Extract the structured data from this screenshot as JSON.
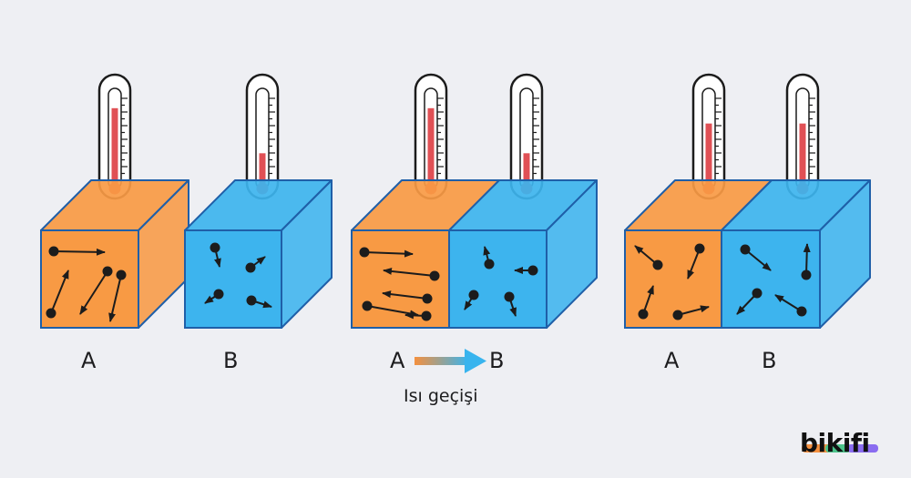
{
  "labels": {
    "a1": "A",
    "b1": "B",
    "a2": "A",
    "b2": "B",
    "a3": "A",
    "b3": "B"
  },
  "caption": "Isı geçişi",
  "logo": "bikifi",
  "colors": {
    "orange": "#f89a44",
    "blue": "#3db4ee",
    "red_liquid": "#e05055",
    "arrow_start": "#f4903f",
    "arrow_end": "#38b4ee"
  },
  "thermometer_levels": {
    "panel1_a": 0.82,
    "panel1_b": 0.32,
    "panel2_a": 0.82,
    "panel2_b": 0.32,
    "panel3_a": 0.65,
    "panel3_b": 0.65
  }
}
